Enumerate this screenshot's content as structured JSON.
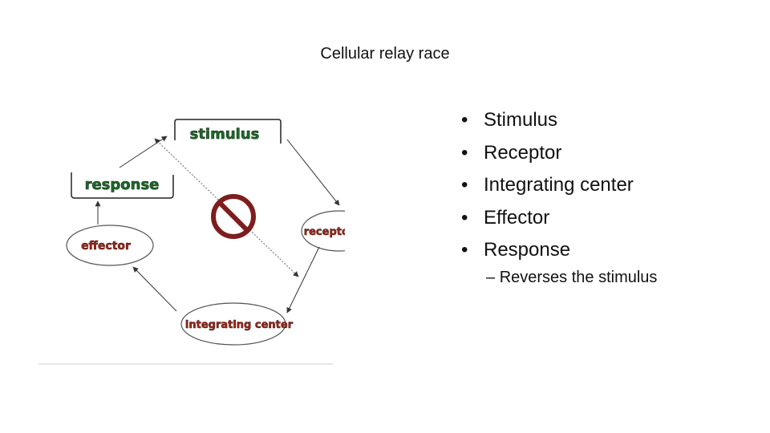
{
  "title": "Cellular relay race",
  "diagram": {
    "stimulus": "stimulus",
    "response": "response",
    "receptor": "receptor",
    "effector": "effector",
    "integrating_center": "integrating center",
    "prohibited_symbol": "no-entry-icon"
  },
  "bullets": [
    "Stimulus",
    "Receptor",
    "Integrating center",
    "Effector",
    "Response"
  ],
  "sub_bullets": [
    "Reverses the stimulus"
  ],
  "sub_bullet_marker": "–",
  "colors": {
    "green_label": "#1f6a2a",
    "red_label": "#9e2a1c",
    "prohibited_sign": "#7d1e1e"
  }
}
